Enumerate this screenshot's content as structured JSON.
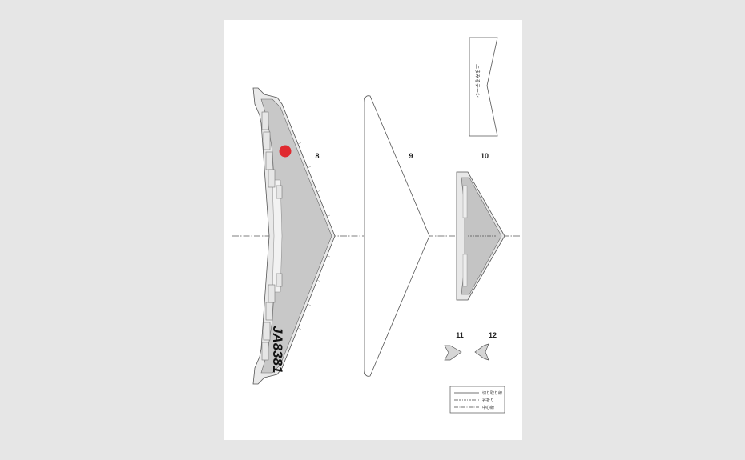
{
  "sheet": {
    "background": "#e6e6e6",
    "paper_color": "#ffffff",
    "wing_fill": "#c8c8c8",
    "roundel_color": "#e02a30"
  },
  "parts": {
    "part_8": {
      "number": "8",
      "registration": "JA8381"
    },
    "part_9": {
      "number": "9"
    },
    "part_10": {
      "number": "10"
    },
    "part_11": {
      "number": "11"
    },
    "part_12": {
      "number": "12"
    }
  },
  "tab": {
    "label": "上まみるテーシ"
  },
  "legend": {
    "items": [
      {
        "line": "solid",
        "label": "切り取り線"
      },
      {
        "line": "dash-dot",
        "label": "谷折り"
      },
      {
        "line": "long-dash-dot",
        "label": "中心線"
      }
    ]
  }
}
